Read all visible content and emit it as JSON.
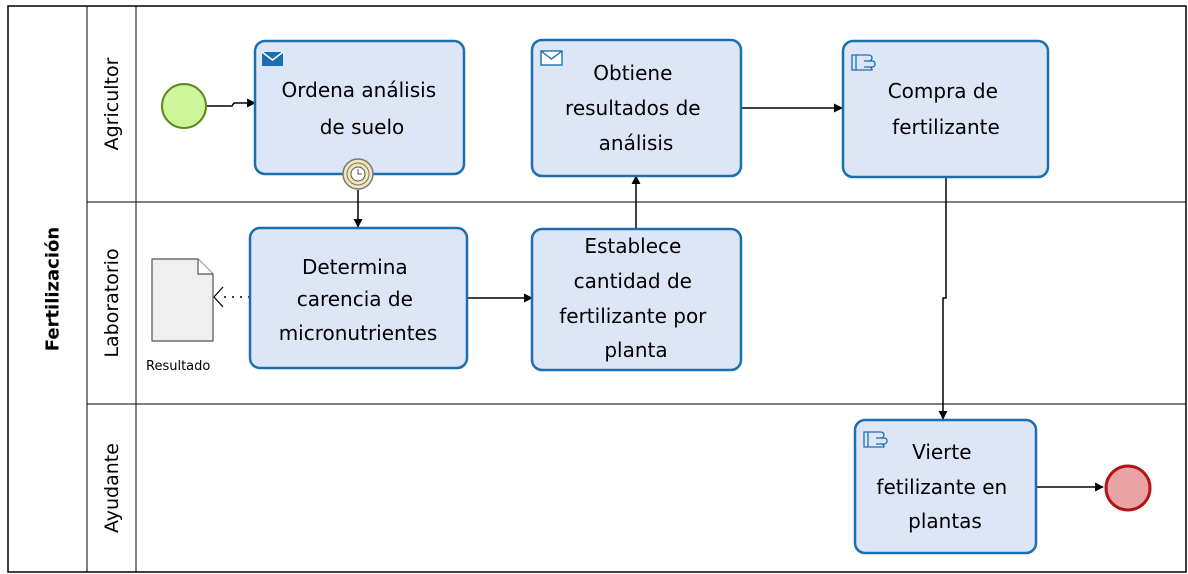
{
  "pool": {
    "label": "Fertilización"
  },
  "lanes": [
    {
      "label": "Agricultor"
    },
    {
      "label": "Laboratorio"
    },
    {
      "label": "Ayudante"
    }
  ],
  "tasks": {
    "ordena": {
      "lines": [
        "Ordena análisis",
        "de suelo"
      ],
      "type": "send"
    },
    "obtiene": {
      "lines": [
        "Obtiene",
        "resultados de",
        "análisis"
      ],
      "type": "receive"
    },
    "compra": {
      "lines": [
        "Compra de",
        "fertilizante"
      ],
      "type": "manual"
    },
    "determina": {
      "lines": [
        "Determina",
        "carencia de",
        "micronutrientes"
      ],
      "type": "task"
    },
    "establece": {
      "lines": [
        "Establece",
        "cantidad de",
        "fertilizante por",
        "planta"
      ],
      "type": "task"
    },
    "vierte": {
      "lines": [
        "Vierte",
        "fetilizante en",
        "plantas"
      ],
      "type": "manual"
    }
  },
  "data_object": {
    "label": "Resultado"
  },
  "colors": {
    "task_fill": "#dde6f7",
    "task_stroke": "#1b6fb1",
    "start_fill": "#cdf59a",
    "start_stroke": "#5a8a14",
    "end_fill": "#eaa3a5",
    "end_stroke": "#b01515",
    "timer_fill": "#f2e7b6",
    "doc_fill": "#efefef"
  }
}
